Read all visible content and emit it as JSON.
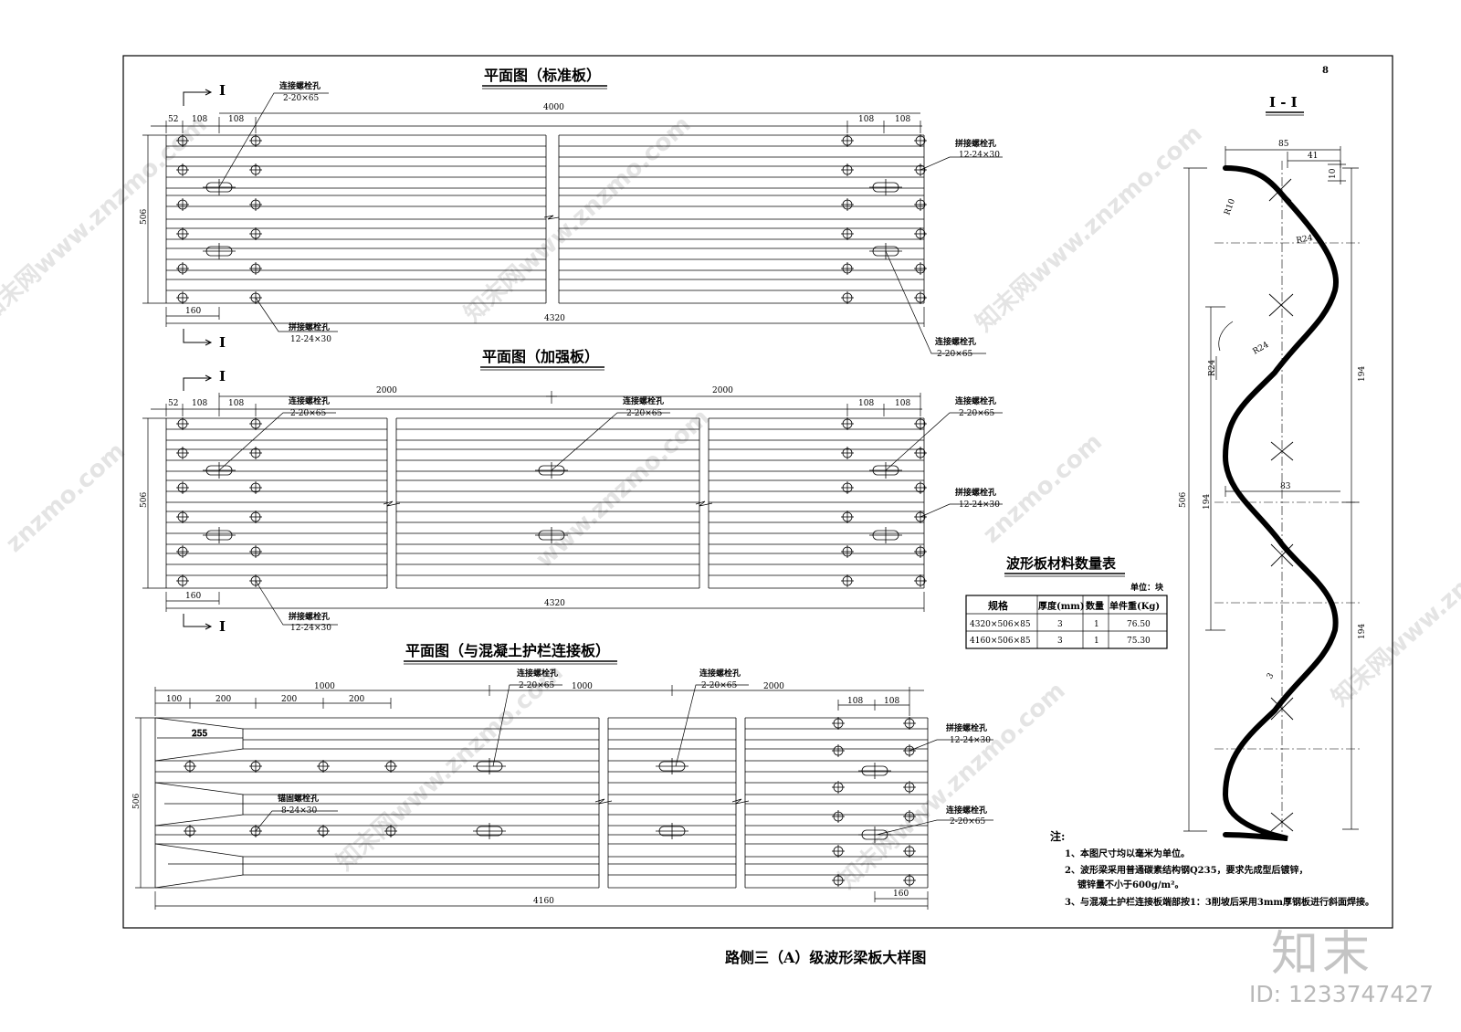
{
  "page_number": "8",
  "main_title": "路侧三（A）级波形梁板大样图",
  "watermarks": [
    "知末网www.znzmo.com",
    "znzmo.com",
    "www.znzmo.com"
  ],
  "logo_text": "知末",
  "image_id": "ID: 1233747427",
  "plan_standard": {
    "title": "平面图（标准板）",
    "section_mark": "I",
    "hole_connect": {
      "name": "连接螺栓孔",
      "spec": "2-20×65"
    },
    "hole_splice": {
      "name": "拼接螺栓孔",
      "spec": "12-24×30"
    },
    "dims": {
      "d52": "52",
      "d108": "108",
      "total_top": "4000",
      "total_bottom": "4320",
      "height": "506",
      "d160": "160"
    }
  },
  "plan_reinforced": {
    "title": "平面图（加强板）",
    "section_mark": "I",
    "hole_connect": {
      "name": "连接螺栓孔",
      "spec": "2-20×65"
    },
    "hole_splice": {
      "name": "拼接螺栓孔",
      "spec": "12-24×30"
    },
    "dims": {
      "d52": "52",
      "d108": "108",
      "half": "2000",
      "total_bottom": "4320",
      "height": "506",
      "d160": "160"
    }
  },
  "plan_concrete": {
    "title": "平面图（与混凝土护栏连接板）",
    "hole_connect": {
      "name": "连接螺栓孔",
      "spec": "2-20×65"
    },
    "hole_splice": {
      "name": "拼接螺栓孔",
      "spec": "12-24×30"
    },
    "hole_anchor": {
      "name": "锚固螺栓孔",
      "spec": "8-24×30"
    },
    "dims": {
      "d100": "100",
      "d200": "200",
      "d1000": "1000",
      "d2000": "2000",
      "d108": "108",
      "d255": "255",
      "height": "506",
      "total_bottom": "4160",
      "d160": "160"
    }
  },
  "section": {
    "title": "I - I",
    "dims": {
      "w85": "85",
      "w41": "41",
      "h10": "10",
      "r10": "R10",
      "r24": "R24",
      "h194": "194",
      "h506": "506",
      "w83": "83",
      "t3": "3"
    }
  },
  "table": {
    "title": "波形板材料数量表",
    "unit": "单位：块",
    "headers": [
      "规格",
      "厚度(mm)",
      "数量",
      "单件重(Kg)"
    ],
    "rows": [
      [
        "4320×506×85",
        "3",
        "1",
        "76.50"
      ],
      [
        "4160×506×85",
        "3",
        "1",
        "75.30"
      ]
    ]
  },
  "notes": {
    "heading": "注:",
    "items": [
      "1、本图尺寸均以毫米为单位。",
      "2、波形梁采用普通碳素结构钢Q235，要求先成型后镀锌，",
      "镀锌量不小于600g/m²。",
      "3、与混凝土护栏连接板端部按1：3削坡后采用3mm厚钢板进行斜面焊接。"
    ]
  }
}
